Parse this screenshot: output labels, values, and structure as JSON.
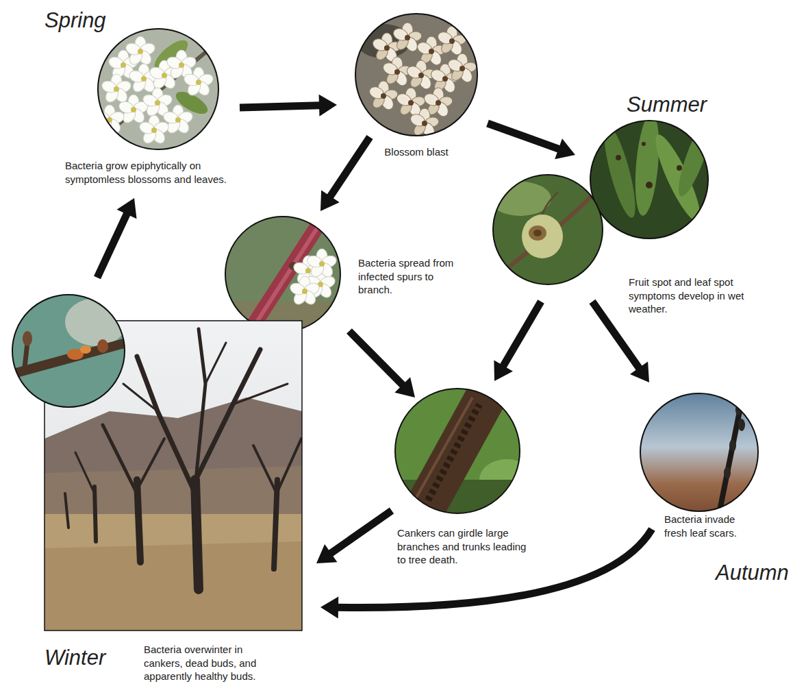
{
  "diagram": {
    "nodes": [
      {
        "text": [
          "Bacteria grow epiphytically on symptomless blossoms and leaves."
        ]
      },
      {
        "text": [
          "Blossom blast"
        ]
      },
      {
        "text": [
          "Fruit spot and leaf spot symptoms develop in wet weather."
        ]
      },
      {
        "text": [
          "Bacteria spread from infected spurs to branch."
        ]
      },
      {
        "text": [
          "Cankers can girdle large branches and trunks leading to tree death."
        ]
      },
      {
        "text": [
          "Bacteria invade fresh leaf scars."
        ]
      },
      {
        "text": [
          "Bacteria overwinter in cankers, dead buds, and apparently healthy buds."
        ]
      }
    ],
    "edges": [
      {
        "from": 0,
        "to": 1,
        "arrow": "to"
      },
      {
        "from": 1,
        "to": 2,
        "arrow": "to"
      },
      {
        "from": 1,
        "to": 3,
        "arrow": "to"
      },
      {
        "from": 3,
        "to": 4,
        "arrow": "to"
      },
      {
        "from": 2,
        "to": 4,
        "arrow": "to"
      },
      {
        "from": 2,
        "to": 5,
        "arrow": "to"
      },
      {
        "from": 4,
        "to": 6,
        "arrow": "to"
      },
      {
        "from": 5,
        "to": 6,
        "arrow": "to"
      },
      {
        "from": 6,
        "to": 0,
        "arrow": "to"
      }
    ],
    "labels": [
      "Spring",
      "Summer",
      "Autumn",
      "Winter"
    ]
  }
}
